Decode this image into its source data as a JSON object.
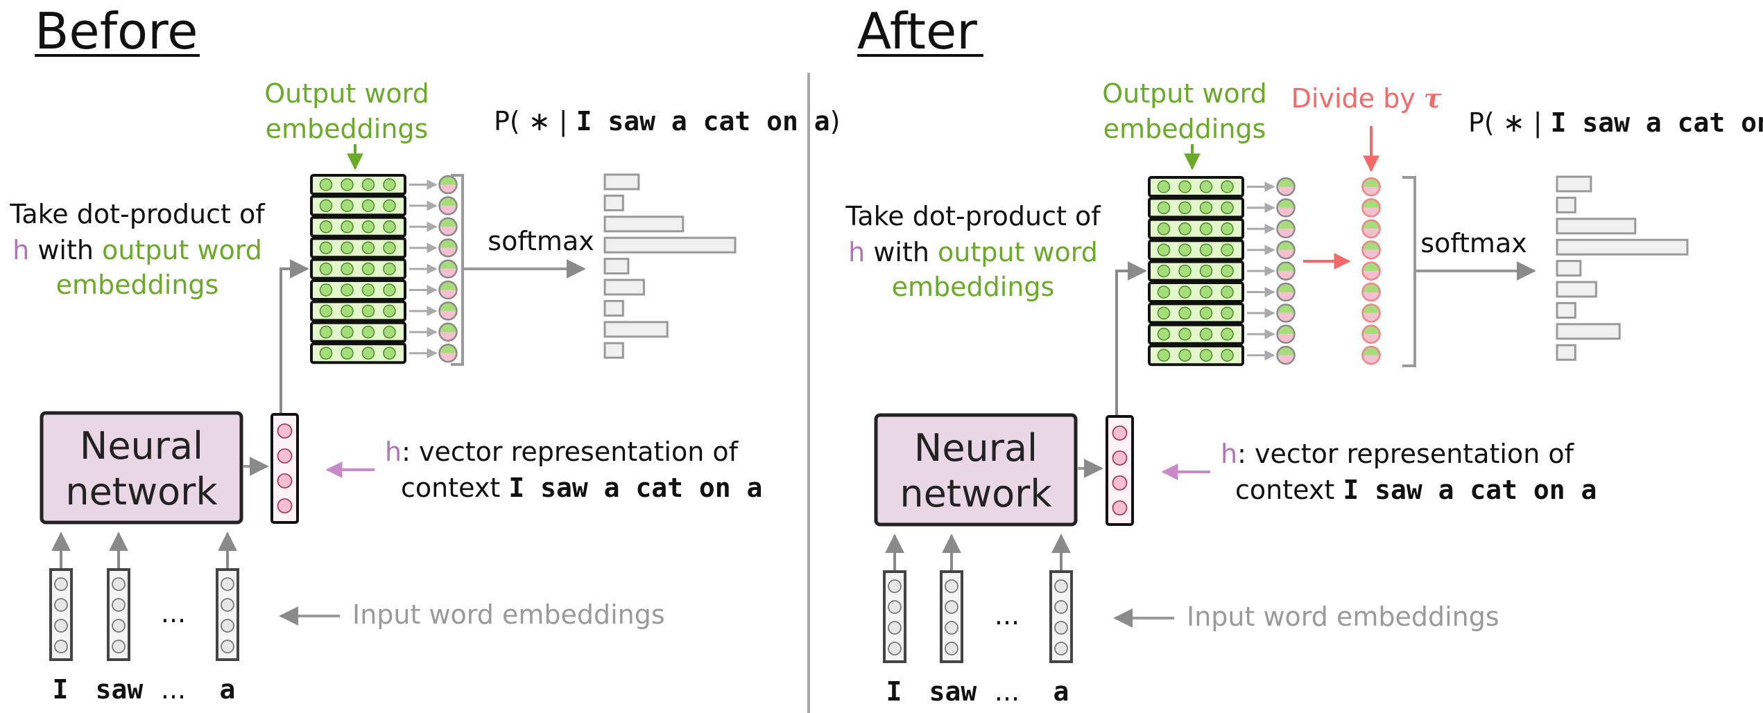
{
  "panels": [
    {
      "title": "Before",
      "output_label_1": "Output word",
      "output_label_2": "embeddings",
      "prob_prefix": "P( ∗ | ",
      "prob_context": "I saw a cat on a",
      "prob_suffix": ")",
      "dot_line_1": "Take dot-product of",
      "dot_h": "h",
      "dot_line_2_rest": " with ",
      "dot_line_2_green": "output word",
      "dot_line_3": "embeddings",
      "softmax": "softmax",
      "nn_line_1": "Neural",
      "nn_line_2": "network",
      "h_letter": "h",
      "h_desc": ": vector representation of",
      "context_word": "context ",
      "context_text": "I saw a cat on a",
      "input_label": "Input word embeddings",
      "ellipsis": "...",
      "tokens": [
        "I",
        "saw",
        "...",
        "a"
      ],
      "bars": [
        0.26,
        0.14,
        0.6,
        1.0,
        0.18,
        0.3,
        0.14,
        0.48,
        0.14
      ]
    },
    {
      "title": "After",
      "output_label_1": "Output word",
      "output_label_2": "embeddings",
      "divide_label": "Divide by ",
      "tau": "τ",
      "prob_prefix": "P( ∗ | ",
      "prob_context": "I saw a cat on a",
      "prob_suffix": ")",
      "dot_line_1": "Take dot-product of",
      "dot_h": "h",
      "dot_line_2_rest": " with ",
      "dot_line_2_green": "output word",
      "dot_line_3": "embeddings",
      "softmax": "softmax",
      "nn_line_1": "Neural",
      "nn_line_2": "network",
      "h_letter": "h",
      "h_desc": ": vector representation of",
      "context_word": "context ",
      "context_text": "I saw a cat on a",
      "input_label": "Input word embeddings",
      "ellipsis": "...",
      "tokens": [
        "I",
        "saw",
        "...",
        "a"
      ],
      "bars": [
        0.26,
        0.14,
        0.6,
        1.0,
        0.18,
        0.3,
        0.14,
        0.48,
        0.14
      ]
    }
  ],
  "colors": {
    "green": "#6aaa28",
    "purple": "#b077b6",
    "red": "#f26a6a",
    "grey": "#9a9a9a",
    "nn_fill": "#ead7e6",
    "emb_row_fill": "#e4f7cc",
    "emb_dot_fill": "#a6dc7a",
    "h_dot_fill": "#f4bfd0"
  }
}
